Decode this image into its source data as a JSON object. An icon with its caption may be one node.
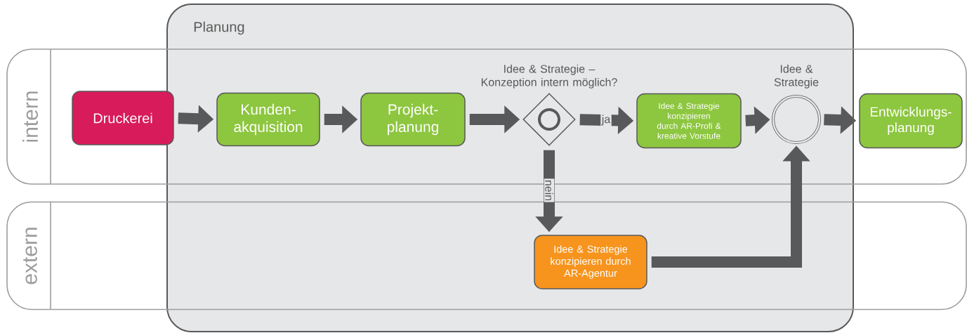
{
  "diagram": {
    "nodes": [
      {
        "text": [
          "Druckerei"
        ]
      },
      {
        "text": [
          "Kunden-akquisition"
        ]
      },
      {
        "text": [
          "Projekt-planung"
        ]
      },
      {
        "text": [
          "Idee & Strategie – Konzeption intern möglich?"
        ]
      },
      {
        "text": [
          "Idee & Strategie konzipieren durch AR-Profi & kreative Vorstufe"
        ]
      },
      {
        "text": [
          "Idee & Strategie"
        ]
      },
      {
        "text": [
          "Entwicklungs-planung"
        ]
      },
      {
        "text": [
          "Idee & Strategie konzipieren durch AR-Agentur"
        ]
      }
    ],
    "edges": [
      {
        "from": 0,
        "to": 1,
        "arrow": "to"
      },
      {
        "from": 1,
        "to": 2,
        "arrow": "to"
      },
      {
        "from": 2,
        "to": 3,
        "arrow": "to"
      },
      {
        "from": 3,
        "to": 4,
        "arrow": "to",
        "label": "ja"
      },
      {
        "from": 3,
        "to": 7,
        "arrow": "to",
        "label": "nein"
      },
      {
        "from": 4,
        "to": 5,
        "arrow": "to"
      },
      {
        "from": 5,
        "to": 6,
        "arrow": "to"
      },
      {
        "from": 7,
        "to": 5,
        "arrow": "to"
      }
    ],
    "labels": [
      "Planung",
      "intern",
      "extern"
    ]
  }
}
